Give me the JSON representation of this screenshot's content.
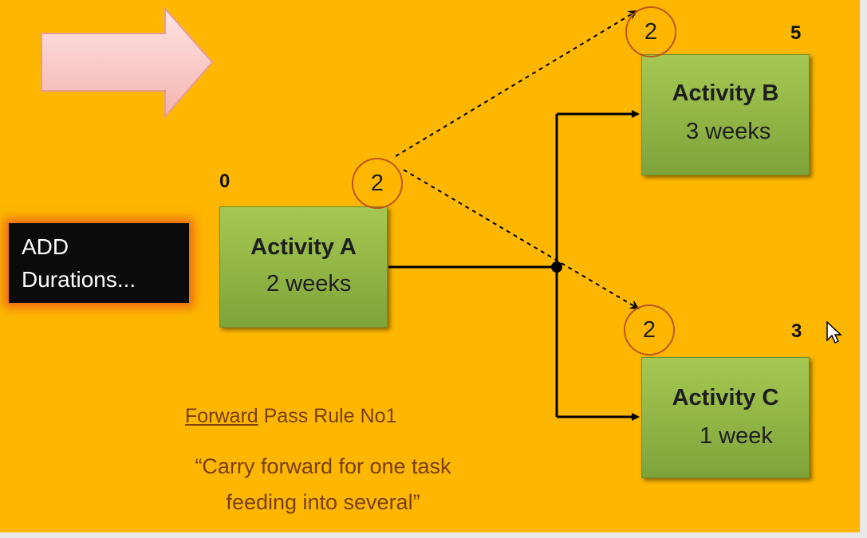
{
  "add_box": {
    "line1": "ADD",
    "line2": "Durations..."
  },
  "activities": [
    {
      "title": "Activity A",
      "duration": "2 weeks"
    },
    {
      "title": "Activity B",
      "duration": "3 weeks"
    },
    {
      "title": "Activity C",
      "duration": "1 week"
    }
  ],
  "early_start_labels": {
    "a": "0",
    "b": "5",
    "c": "3"
  },
  "carry_values": {
    "a_finish": "2",
    "b_start": "2",
    "c_start": "2"
  },
  "rule": {
    "keyword": "Forward",
    "rest": " Pass Rule No1",
    "quote_line1": "“Carry forward for one task",
    "quote_line2": "feeding  into several”"
  },
  "colors": {
    "background": "#fdb700",
    "box_green": "#8db142",
    "circle_stroke": "#c0551c",
    "text_brown": "#7a3e10"
  }
}
